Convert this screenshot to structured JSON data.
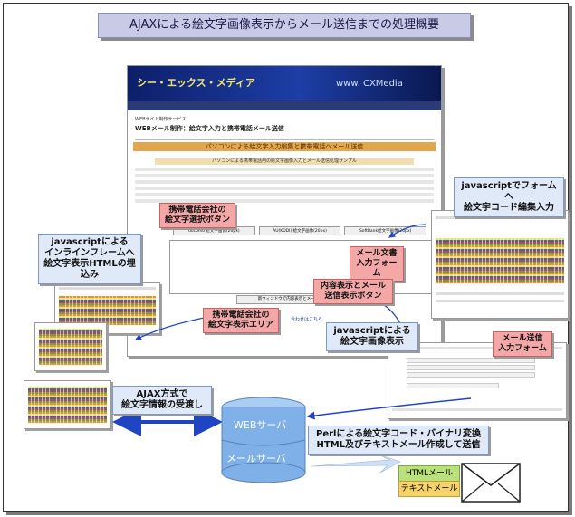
{
  "title": "AJAXによる絵文字画像表示からメール送信までの処理概要",
  "screenshot": {
    "logo": "シー・エックス・メディア",
    "www": "www. CXMedia",
    "section_line1": "WEBサイト制作サービス",
    "section_line2": "WEBメール制作：絵文字入力と携帯電話メール送信",
    "header": "パソコンによる絵文字入力編集と携帯電話へメール送信",
    "subheader": "パソコンによる携帯電話用の絵文字画像入力とメール送信処理サンプル",
    "buttons": [
      "docomo 絵文字画像(20px)",
      "AU(KDDI) 絵文字画像(20px)",
      "SoftBank絵文字画像(20px)"
    ],
    "new_window_button": "新ウィンドウで内容表示とメール送信",
    "link_text": "合わせはこちら"
  },
  "callouts": {
    "carrier_select": "携帯電話会社の\n絵文字選択ボタン",
    "js_iframe": "javascriptによる\nインラインフレームへ\n絵文字表示HTMLの埋込み",
    "mail_body_form": "メール文書\n入力フォーム",
    "js_form_input": "javascriptでフォームへ\n絵文字コード編集入力",
    "content_send_button": "内容表示とメール\n送信表示ボタン",
    "carrier_display_area": "携帯電話会社の\n絵文字表示エリア",
    "js_emoji_display": "javascriptによる\n絵文字画像表示",
    "mail_send_form": "メール送信\n入力フォーム",
    "ajax_exchange": "AJAX方式で\n絵文字情報の受渡し",
    "perl_process": "Perlによる絵文字コード・バイナリ変換\nHTML及びテキストメール作成して送信"
  },
  "servers": {
    "web": "WEBサーバ",
    "mail": "メールサーバ"
  },
  "mail_types": {
    "html": "HTMLメール",
    "text": "テキストメール"
  },
  "colors": {
    "accent_blue": "#1f45c4",
    "callout_red": "#f4a7a7",
    "cylinder": "#7fb0e8"
  }
}
